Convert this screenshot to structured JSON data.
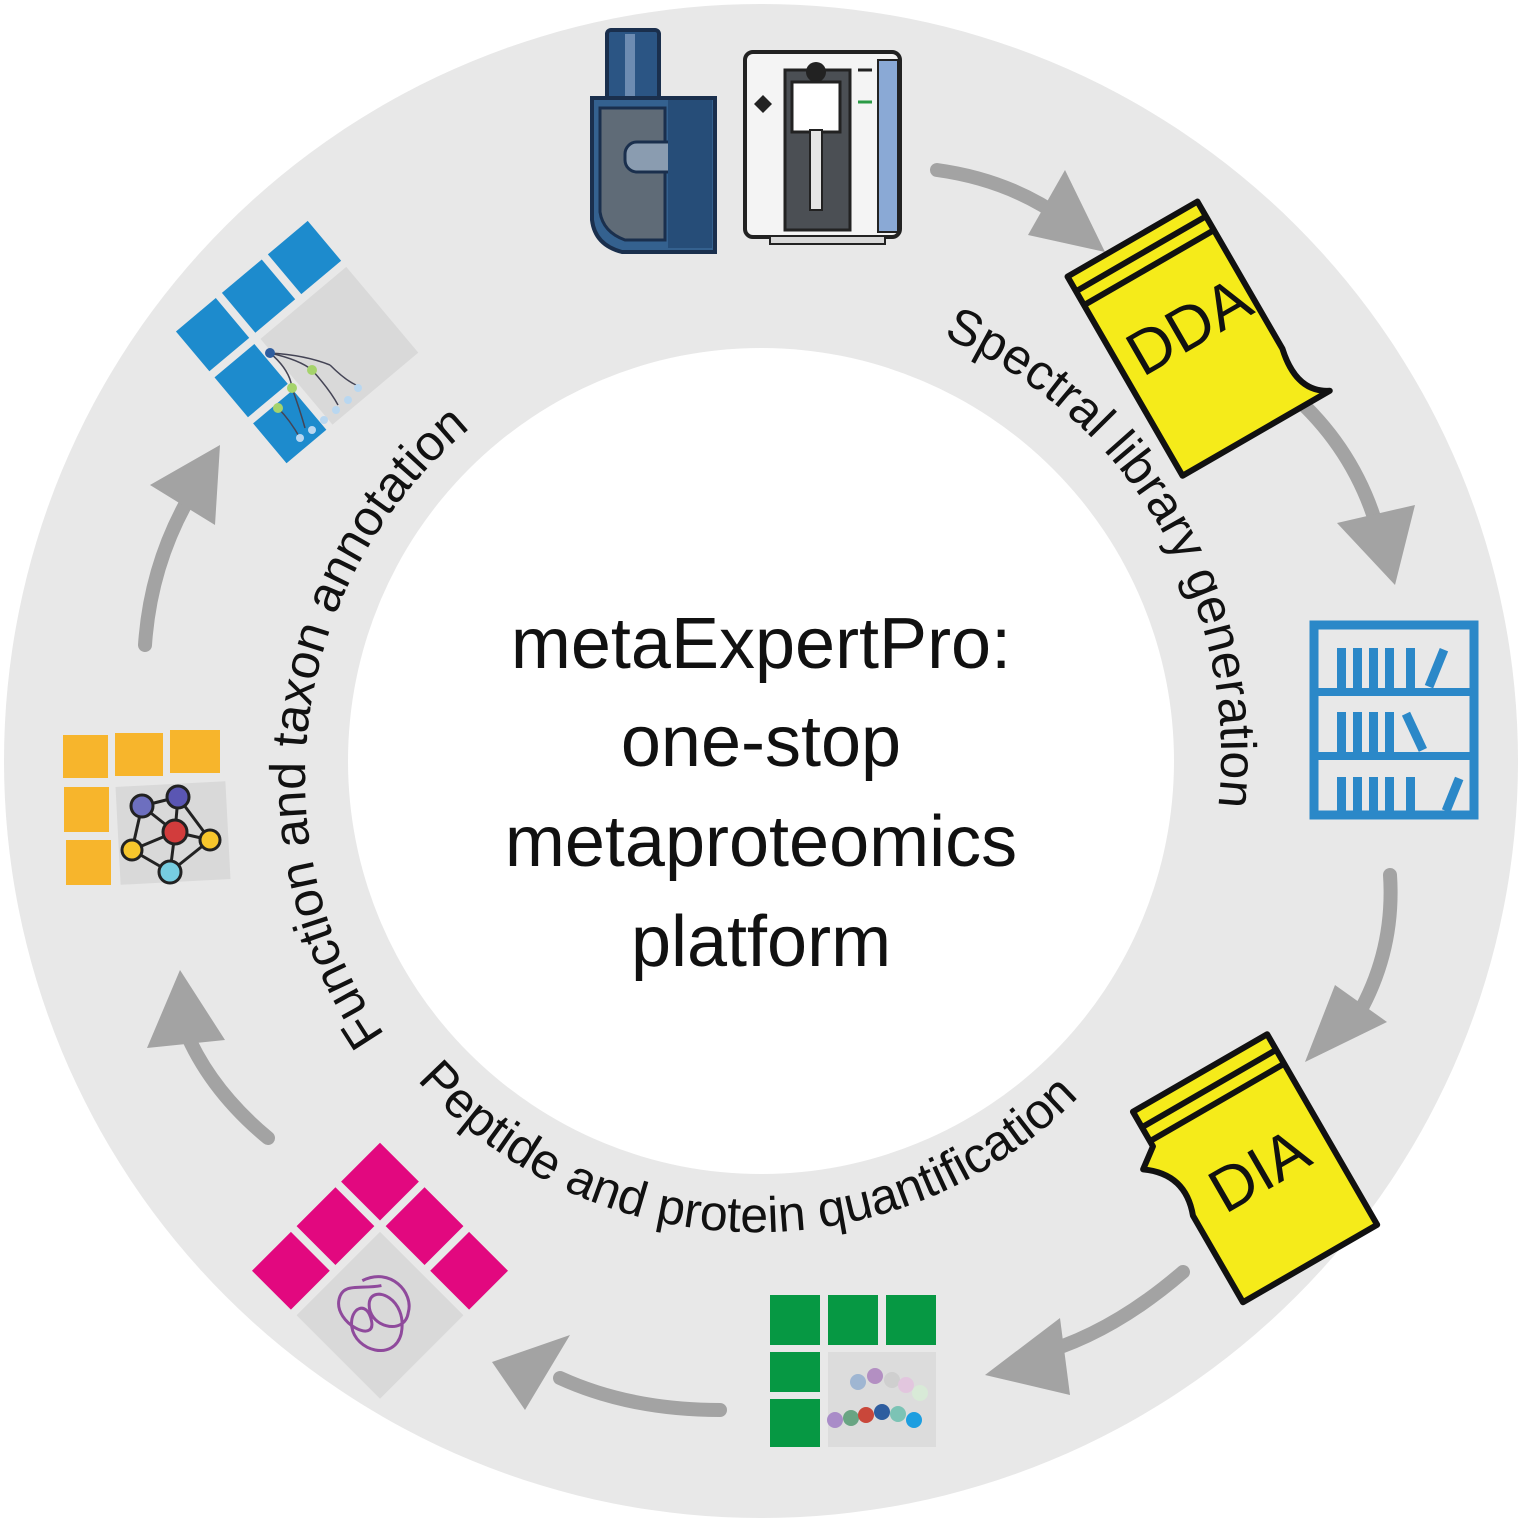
{
  "title": {
    "lines": [
      "metaExpertPro:",
      "one-stop",
      "metaproteomics",
      "platform"
    ]
  },
  "steps": {
    "spectral_library": "Spectral library generation",
    "quantification": "Peptide and protein quantification",
    "annotation": "Function and taxon annotation"
  },
  "badges": {
    "dda": "DDA",
    "dia": "DIA"
  },
  "icons": [
    "mass-spectrometer-icon",
    "dda-file-icon",
    "spectral-library-bookshelf-icon",
    "dia-file-icon",
    "peptide-quant-grid-icon",
    "protein-quant-grid-icon",
    "network-grid-icon",
    "taxon-tree-grid-icon"
  ],
  "colors": {
    "ring": "#e8e8e8",
    "arrow": "#a3a3a3",
    "file_yellow": "#f5eb1a",
    "library_blue": "#2b88c8",
    "quant_green": "#069843",
    "protein_magenta": "#e2087f",
    "network_orange": "#f7b52c",
    "taxon_blue": "#1d8bcd"
  }
}
